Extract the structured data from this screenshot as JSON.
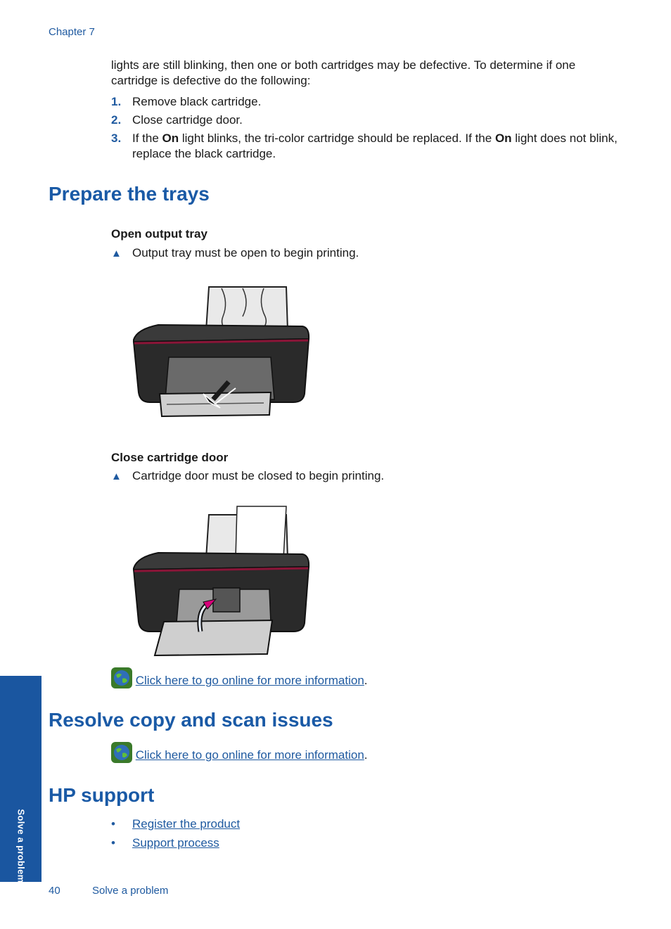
{
  "header": {
    "chapter": "Chapter 7"
  },
  "intro": {
    "text": "lights are still blinking, then one or both cartridges may be defective. To determine if one cartridge is defective do the following:"
  },
  "steps": [
    {
      "num": "1.",
      "text": "Remove black cartridge."
    },
    {
      "num": "2.",
      "text": "Close cartridge door."
    },
    {
      "num": "3.",
      "pre": "If the ",
      "b1": "On",
      "mid": " light blinks, the tri-color cartridge should be replaced. If the ",
      "b2": "On",
      "post": " light does not blink, replace the black cartridge."
    }
  ],
  "sections": {
    "trays": {
      "title": "Prepare the trays",
      "output": {
        "heading": "Open output tray",
        "note": "Output tray must be open to begin printing."
      },
      "door": {
        "heading": "Close cartridge door",
        "note": "Cartridge door must be closed to begin printing."
      },
      "link_text": "Click here to go online for more information",
      "link_suffix": "."
    },
    "copyscan": {
      "title": "Resolve copy and scan issues",
      "link_text": "Click here to go online for more information",
      "link_suffix": "."
    },
    "support": {
      "title": "HP support",
      "items": [
        "Register the product",
        "Support process"
      ]
    }
  },
  "icons": {
    "note": "warning-triangle-icon",
    "online": "globe-icon",
    "bullet": "bullet-icon"
  },
  "colors": {
    "accent": "#1a5aa6",
    "printer_stripe": "#8b1538",
    "side_tab": "#1a56a0"
  },
  "side_tab": {
    "label": "Solve a problem"
  },
  "footer": {
    "page_number": "40",
    "section": "Solve a problem"
  }
}
